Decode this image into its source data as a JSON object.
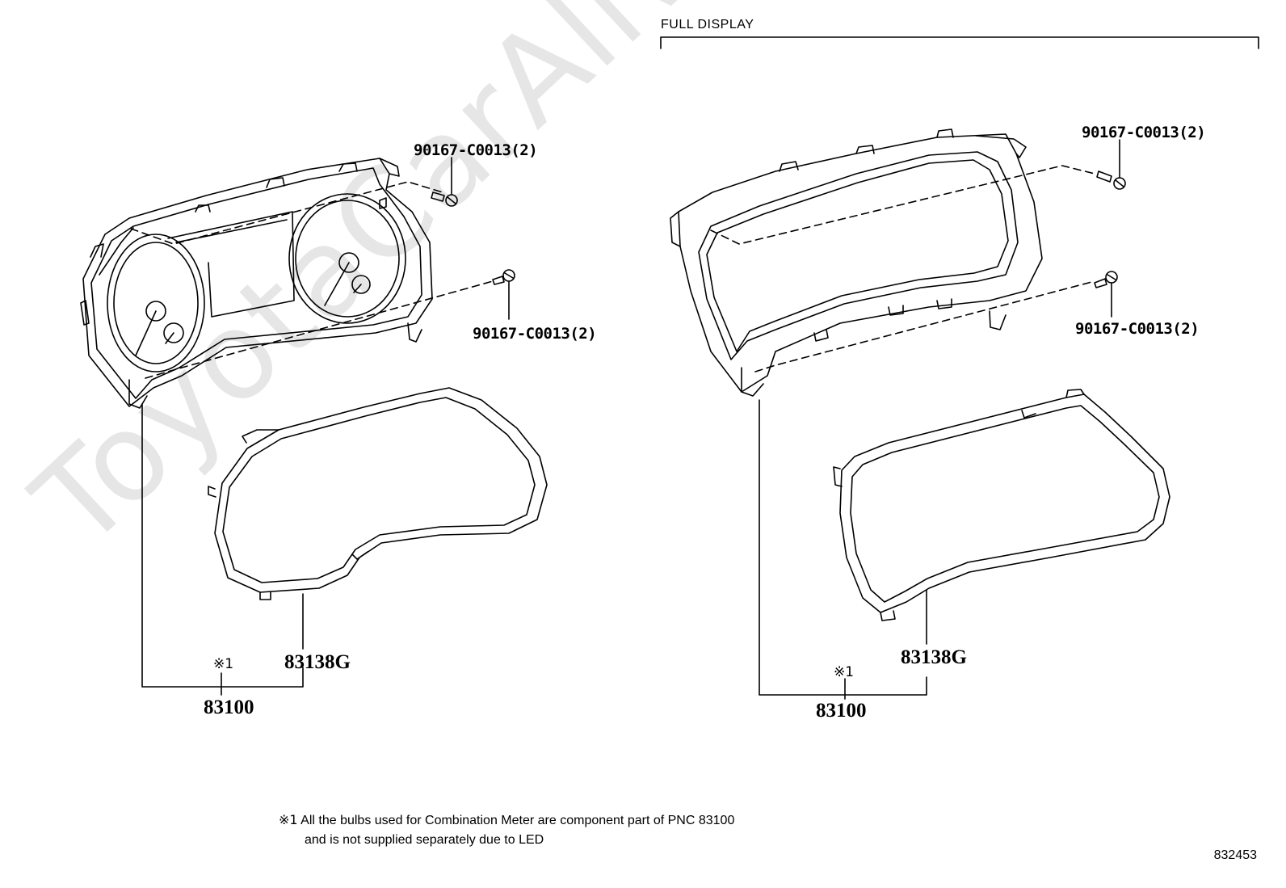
{
  "watermark": "ToyotaCarAlive.ru",
  "section_header": "FULL DISPLAY",
  "left_assembly": {
    "screw_upper": "90167-C0013(2)",
    "screw_lower": "90167-C0013(2)",
    "glass_part": "83138G",
    "note_mark": "※1",
    "meter_part": "83100"
  },
  "right_assembly": {
    "screw_upper": "90167-C0013(2)",
    "screw_lower": "90167-C0013(2)",
    "glass_part": "83138G",
    "note_mark": "※1",
    "meter_part": "83100"
  },
  "footnote": {
    "symbol": "※1",
    "line1": "All the bulbs used for Combination Meter are component part of PNC 83100",
    "line2": "and is not supplied separately due to LED"
  },
  "drawing_number": "832453"
}
